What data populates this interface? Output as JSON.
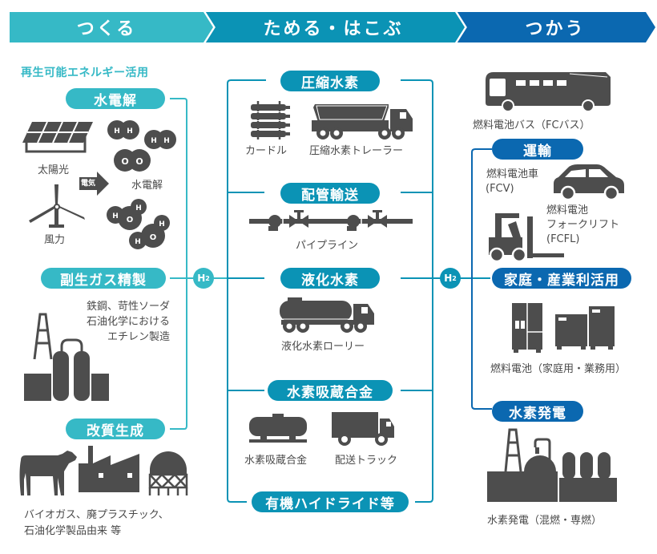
{
  "colors": {
    "make": "#36b9c6",
    "store": "#0b93b5",
    "use": "#0b68b0",
    "icon": "#4d4d4d",
    "text": "#4a4a4a"
  },
  "header": {
    "stages": [
      {
        "label": "つくる"
      },
      {
        "label": "ためる・はこぶ"
      },
      {
        "label": "つかう"
      }
    ]
  },
  "make": {
    "section_title": "再生可能エネルギー活用",
    "electrolysis": {
      "title": "水電解",
      "solar_label": "太陽光",
      "wind_label": "風力",
      "arrow_label": "電気",
      "result_label": "水電解",
      "molecules": {
        "h": "H",
        "o": "O"
      }
    },
    "byproduct": {
      "title": "副生ガス精製",
      "description": [
        "鉄鋼、苛性ソーダ",
        "石油化学における",
        "エチレン製造"
      ]
    },
    "reforming": {
      "title": "改質生成",
      "description": [
        "バイオガス、廃プラスチック、",
        "石油化学製品由来 等"
      ]
    }
  },
  "hub_left": {
    "label": "H",
    "sub": "2"
  },
  "hub_right": {
    "label": "H",
    "sub": "2"
  },
  "store": {
    "compressed": {
      "title": "圧縮水素",
      "items": [
        "カードル",
        "圧縮水素トレーラー"
      ]
    },
    "pipeline": {
      "title": "配管輸送",
      "items": [
        "パイプライン"
      ]
    },
    "liquid": {
      "title": "液化水素",
      "items": [
        "液化水素ローリー"
      ]
    },
    "alloy": {
      "title": "水素吸蔵合金",
      "items": [
        "水素吸蔵合金",
        "配送トラック"
      ]
    },
    "organic": {
      "title": "有機ハイドライド等"
    }
  },
  "use": {
    "bus_label": "燃料電池バス（FCバス）",
    "transport": {
      "title": "運輸",
      "fcv_label": [
        "燃料電池車",
        "(FCV)"
      ],
      "forklift_label": [
        "燃料電池",
        "フォークリフト",
        "(FCFL)"
      ]
    },
    "home_industry": {
      "title": "家庭・産業利活用",
      "fuel_cell_label": "燃料電池（家庭用・業務用）"
    },
    "power": {
      "title": "水素発電",
      "plant_label": "水素発電（混燃・専燃）"
    }
  }
}
